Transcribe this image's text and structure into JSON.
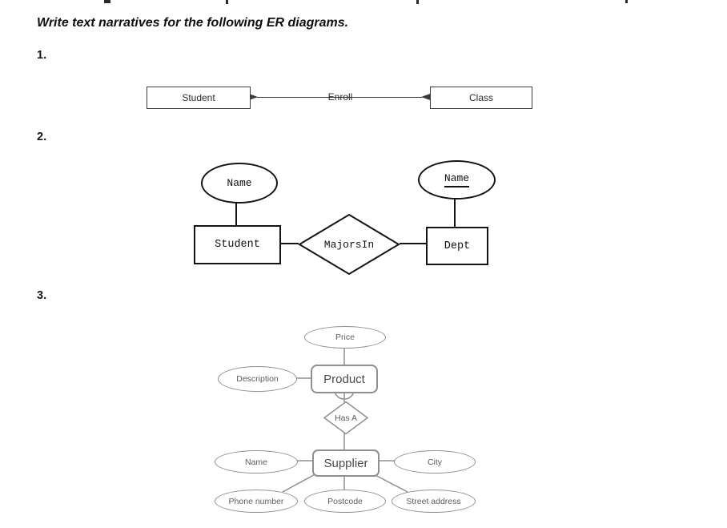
{
  "heading": "Write text narratives for the following ER diagrams.",
  "list_numbers": {
    "first": "1.",
    "second": "2.",
    "third": "3."
  },
  "diagram1": {
    "entity_left": "Student",
    "relationship": "Enroll",
    "entity_right": "Class"
  },
  "diagram2": {
    "attribute_left": "Name",
    "entity_left": "Student",
    "relationship": "MajorsIn",
    "entity_right": "Dept",
    "attribute_right_key": "Name"
  },
  "diagram3": {
    "attributes_product": {
      "price": "Price",
      "description": "Description"
    },
    "entity_top": "Product",
    "relationship": "Has A",
    "entity_bottom": "Supplier",
    "attributes_supplier": {
      "name": "Name",
      "city": "City",
      "phone": "Phone number",
      "postcode": "Postcode",
      "street": "Street address"
    }
  },
  "colors": {
    "d1_stroke": "#3a3a3a",
    "d2_stroke": "#141414",
    "d3_stroke": "#8f8f8f",
    "d3_text": "#5c5c5c"
  }
}
